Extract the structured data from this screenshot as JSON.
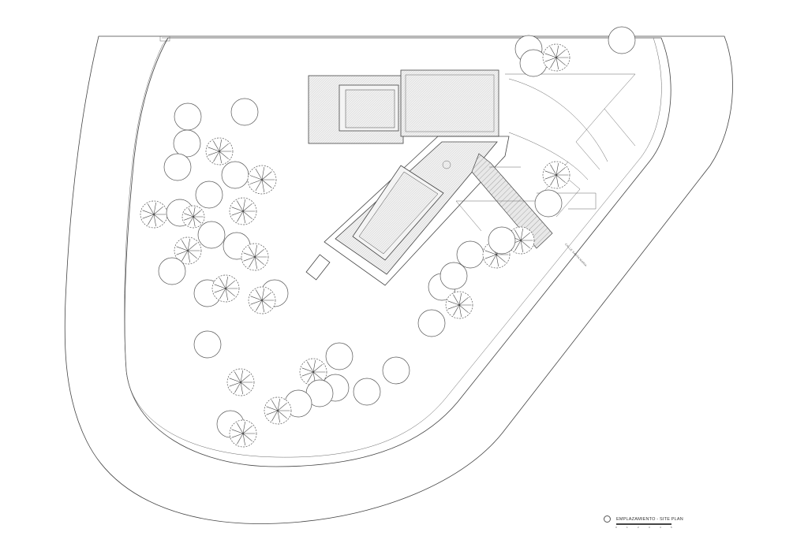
{
  "drawing": {
    "street_label": "CALLE SANTA MARIA",
    "title": "EMPLAZAMIENTO - SITE PLAN",
    "scale_ticks": [
      "0",
      "1",
      "2",
      "3",
      "4",
      "5"
    ]
  },
  "legend_icons": {
    "north": "north-mark-icon"
  },
  "colors": {
    "line": "#444444",
    "background": "#ffffff"
  }
}
